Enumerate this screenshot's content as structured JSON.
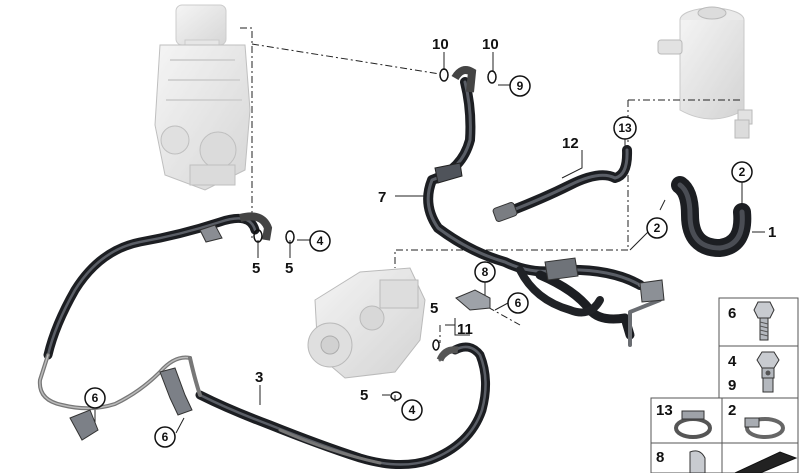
{
  "callouts": {
    "c10a": "10",
    "c10b": "10",
    "c9": "9",
    "c13": "13",
    "c12": "12",
    "c2a": "2",
    "c7": "7",
    "c2b": "2",
    "c1": "1",
    "c4a": "4",
    "c5a": "5",
    "c5b": "5",
    "c8": "8",
    "c5c": "5",
    "c6a": "6",
    "c11": "11",
    "c3": "3",
    "c6b": "6",
    "c6c": "6",
    "c5d": "5",
    "c4b": "4"
  },
  "parts_panel": [
    {
      "label": "6"
    },
    {
      "label": "4",
      "label2": "9"
    },
    {
      "label": "13"
    },
    {
      "label": "2"
    },
    {
      "label": "8"
    }
  ]
}
